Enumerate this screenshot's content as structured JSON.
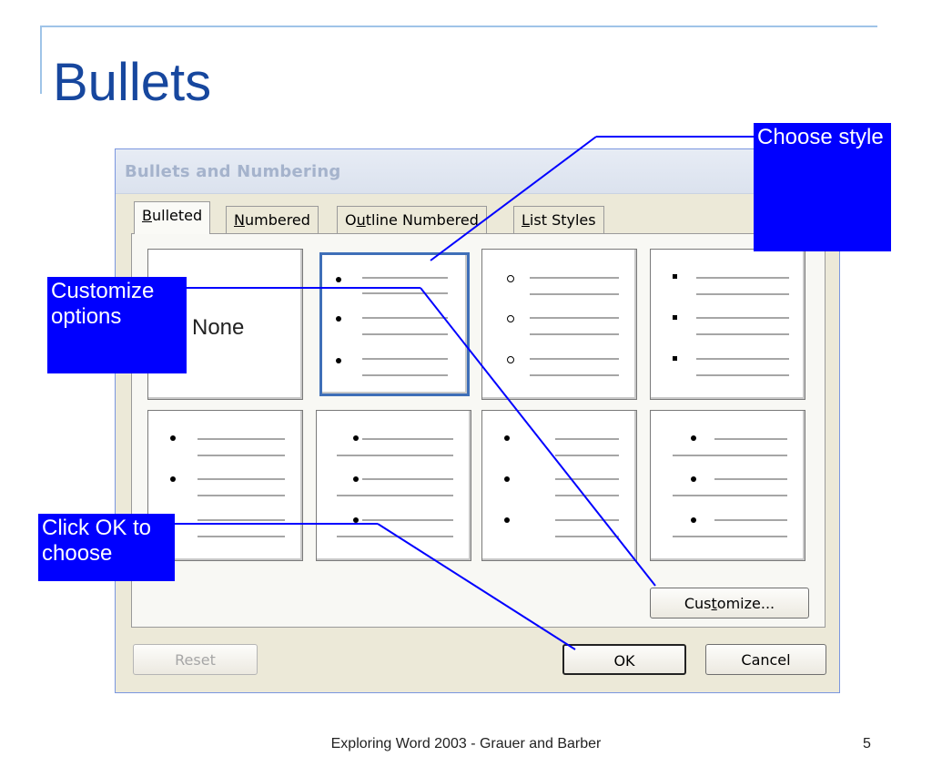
{
  "slide": {
    "title": "Bullets",
    "footer": "Exploring Word 2003 - Grauer and Barber",
    "page_number": "5"
  },
  "dialog": {
    "title": "Bullets and Numbering",
    "tabs": [
      {
        "pre": "",
        "key": "B",
        "post": "ulleted"
      },
      {
        "pre": "",
        "key": "N",
        "post": "umbered"
      },
      {
        "pre": "O",
        "key": "u",
        "post": "tline Numbered"
      },
      {
        "pre": "",
        "key": "L",
        "post": "ist Styles"
      }
    ],
    "active_tab": "Bulleted",
    "none_label": "None",
    "customize": {
      "pre": "Cus",
      "key": "t",
      "post": "omize..."
    },
    "reset_label": "Reset",
    "ok_label": "OK",
    "cancel_label": "Cancel"
  },
  "callouts": {
    "choose_style": "Choose style",
    "customize_options": "Customize options",
    "click_ok": "Click OK to choose"
  },
  "colors": {
    "title": "#17479e",
    "callout_bg": "#0000ff",
    "selection_border": "#3f6fb8"
  }
}
